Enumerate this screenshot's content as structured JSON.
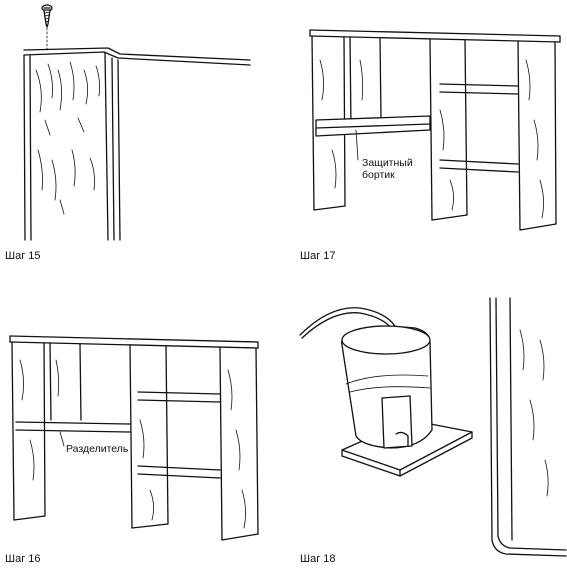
{
  "steps": {
    "step15": {
      "label": "Шаг 15"
    },
    "step16": {
      "label": "Шаг 16"
    },
    "step17": {
      "label": "Шаг 17"
    },
    "step18": {
      "label": "Шаг 18"
    }
  },
  "callouts": {
    "protective_rail": "Защитный бортик",
    "divider": "Разделитель"
  },
  "colors": {
    "line": "#111111",
    "background": "#ffffff"
  }
}
